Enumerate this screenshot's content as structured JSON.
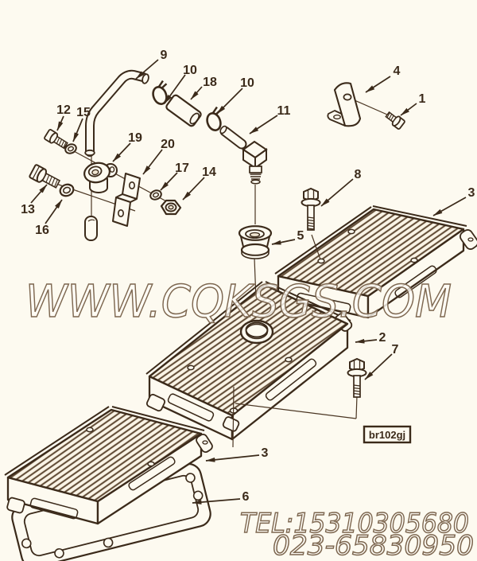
{
  "page": {
    "background": "#fdfaf0",
    "ink": "#3b2a1a",
    "fin_color": "#5d4731"
  },
  "watermark": {
    "site": "WWW.CQKSGS.COM",
    "tel": "TEL:15310305680",
    "phone": "023-65830950"
  },
  "ref_label": "br102gj",
  "callouts": [
    {
      "label": "9"
    },
    {
      "label": "10"
    },
    {
      "label": "18"
    },
    {
      "label": "10"
    },
    {
      "label": "11"
    },
    {
      "label": "4"
    },
    {
      "label": "1"
    },
    {
      "label": "12"
    },
    {
      "label": "15"
    },
    {
      "label": "19"
    },
    {
      "label": "20"
    },
    {
      "label": "17"
    },
    {
      "label": "14"
    },
    {
      "label": "13"
    },
    {
      "label": "16"
    },
    {
      "label": "8"
    },
    {
      "label": "3"
    },
    {
      "label": "5"
    },
    {
      "label": "2"
    },
    {
      "label": "7"
    },
    {
      "label": "3"
    },
    {
      "label": "6"
    }
  ]
}
